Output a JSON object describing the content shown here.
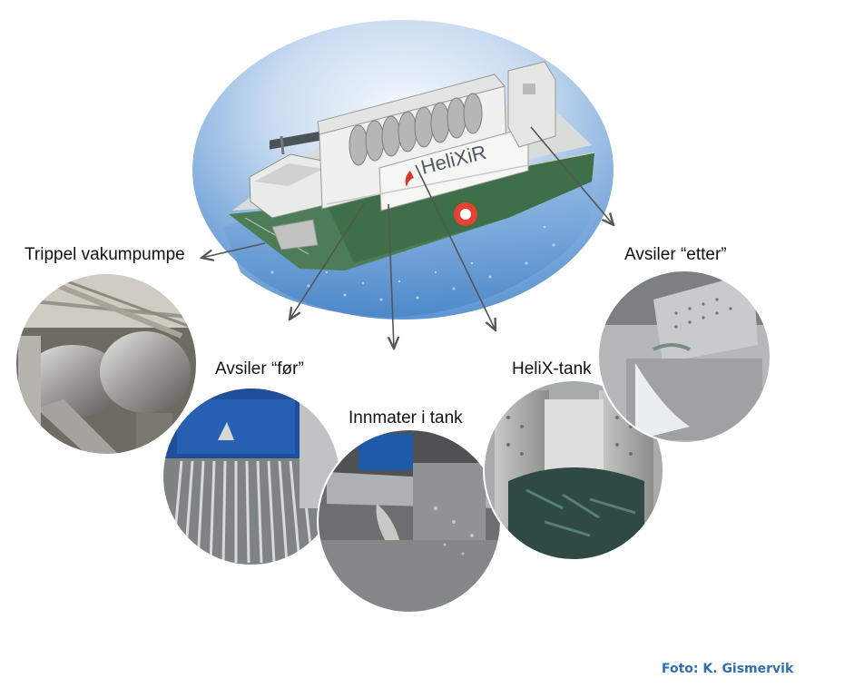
{
  "diagram": {
    "vessel": {
      "brand_text": "HeliXiR",
      "colors": {
        "ellipse_light": "#eef3fb",
        "ellipse_blue": "#6fa2d8",
        "hull": "#4d7d56",
        "deck": "#d9dcd9"
      }
    },
    "photos": [
      {
        "id": "trippel-vakumpumpe",
        "label": "Trippel vakumpumpe"
      },
      {
        "id": "avsiler-for",
        "label": "Avsiler “før”"
      },
      {
        "id": "innmater-i-tank",
        "label": "Innmater i tank"
      },
      {
        "id": "helix-tank",
        "label": "HeliX-tank"
      },
      {
        "id": "avsiler-etter",
        "label": "Avsiler “etter”"
      }
    ],
    "arrow_color": "#555555"
  },
  "credit": "Foto: K. Gismervik"
}
